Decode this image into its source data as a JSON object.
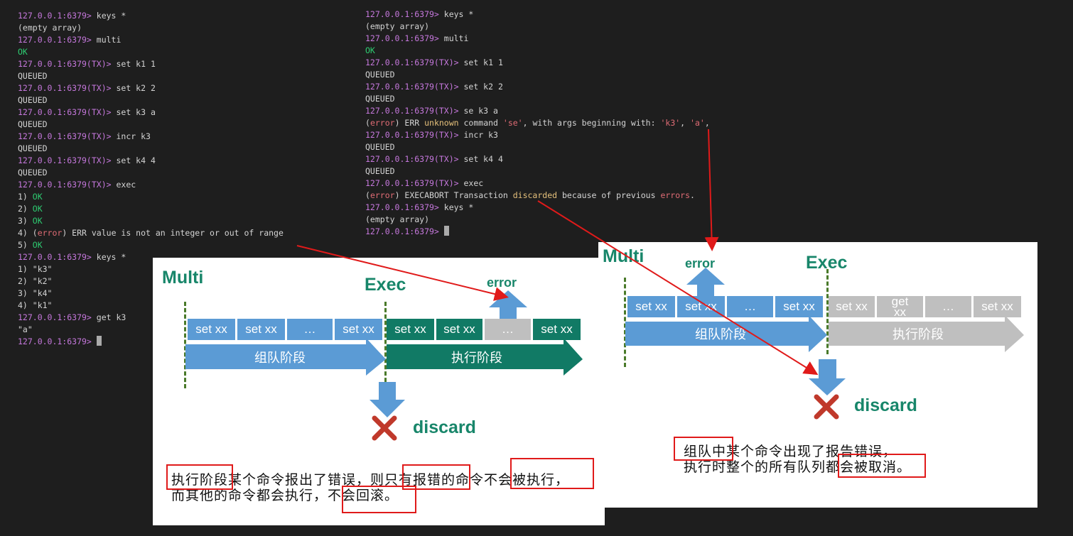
{
  "terminal_left": [
    {
      "p": "127.0.0.1:6379> ",
      "c": "keys *"
    },
    {
      "t": "(empty array)"
    },
    {
      "p": "127.0.0.1:6379> ",
      "c": "multi"
    },
    {
      "ok": "OK"
    },
    {
      "p": "127.0.0.1:6379(TX)> ",
      "c": "set k1 1"
    },
    {
      "t": "QUEUED"
    },
    {
      "p": "127.0.0.1:6379(TX)> ",
      "c": "set k2 2"
    },
    {
      "t": "QUEUED"
    },
    {
      "p": "127.0.0.1:6379(TX)> ",
      "c": "set k3 a"
    },
    {
      "t": "QUEUED"
    },
    {
      "p": "127.0.0.1:6379(TX)> ",
      "c": "incr k3"
    },
    {
      "t": "QUEUED"
    },
    {
      "p": "127.0.0.1:6379(TX)> ",
      "c": "set k4 4"
    },
    {
      "t": "QUEUED"
    },
    {
      "p": "127.0.0.1:6379(TX)> ",
      "c": "exec"
    },
    {
      "n": "1) ",
      "ok": "OK"
    },
    {
      "n": "2) ",
      "ok": "OK"
    },
    {
      "n": "3) ",
      "ok": "OK"
    },
    {
      "n": "4) (",
      "er": "error",
      "t2": ") ERR value is not an integer or out of range"
    },
    {
      "n": "5) ",
      "ok": "OK"
    },
    {
      "p": "127.0.0.1:6379> ",
      "c": "keys *"
    },
    {
      "t": "1) \"k3\""
    },
    {
      "t": "2) \"k2\""
    },
    {
      "t": "3) \"k4\""
    },
    {
      "t": "4) \"k1\""
    },
    {
      "p": "127.0.0.1:6379> ",
      "c": "get k3"
    },
    {
      "t": "\"a\""
    },
    {
      "p": "127.0.0.1:6379> ",
      "cursor": true
    }
  ],
  "terminal_right": [
    {
      "p": "127.0.0.1:6379> ",
      "c": "keys *"
    },
    {
      "t": "(empty array)"
    },
    {
      "p": "127.0.0.1:6379> ",
      "c": "multi"
    },
    {
      "ok": "OK"
    },
    {
      "p": "127.0.0.1:6379(TX)> ",
      "c": "set k1 1"
    },
    {
      "t": "QUEUED"
    },
    {
      "p": "127.0.0.1:6379(TX)> ",
      "c": "set k2 2"
    },
    {
      "t": "QUEUED"
    },
    {
      "p": "127.0.0.1:6379(TX)> ",
      "c": "se k3 a"
    },
    {
      "segs": [
        [
          "t",
          "("
        ],
        [
          "er",
          "error"
        ],
        [
          "t",
          ") ERR "
        ],
        [
          "yl",
          "unknown"
        ],
        [
          "t",
          " command "
        ],
        [
          "er",
          "'se'"
        ],
        [
          "t",
          ", with args beginning with: "
        ],
        [
          "er",
          "'k3'"
        ],
        [
          "t",
          ", "
        ],
        [
          "er",
          "'a'"
        ],
        [
          "t",
          ","
        ]
      ]
    },
    {
      "p": "127.0.0.1:6379(TX)> ",
      "c": "incr k3"
    },
    {
      "t": "QUEUED"
    },
    {
      "p": "127.0.0.1:6379(TX)> ",
      "c": "set k4 4"
    },
    {
      "t": "QUEUED"
    },
    {
      "p": "127.0.0.1:6379(TX)> ",
      "c": "exec"
    },
    {
      "segs": [
        [
          "t",
          "("
        ],
        [
          "er",
          "error"
        ],
        [
          "t",
          ") EXECABORT Transaction "
        ],
        [
          "yl",
          "discarded"
        ],
        [
          "t",
          " because of previous "
        ],
        [
          "er",
          "errors"
        ],
        [
          "t",
          "."
        ]
      ]
    },
    {
      "p": "127.0.0.1:6379> ",
      "c": "keys *"
    },
    {
      "t": "(empty array)"
    },
    {
      "p": "127.0.0.1:6379> ",
      "cursor": true
    }
  ],
  "diagram_left": {
    "multi": "Multi",
    "exec": "Exec",
    "error": "error",
    "queue_boxes": [
      "set xx",
      "set xx",
      "…",
      "set xx"
    ],
    "exec_boxes": [
      "set xx",
      "set xx",
      "…",
      "set xx"
    ],
    "queue_phase": "组队阶段",
    "exec_phase": "执行阶段",
    "discard": "discard",
    "caption_line1": "执行阶段某个命令报出了错误，则只有报错的命令不会被执行，",
    "caption_line2": "而其他的命令都会执行，不会回滚。",
    "colors": {
      "queue": "#5b9bd5",
      "exec": "#117a65",
      "grey": "#bfbfbf",
      "label": "#18866a",
      "highlight": "#e01a1a"
    }
  },
  "diagram_right": {
    "multi": "Multi",
    "exec": "Exec",
    "error": "error",
    "queue_boxes": [
      "set xx",
      "set xx",
      "…",
      "set xx"
    ],
    "exec_boxes": [
      "set xx",
      "get\nxx",
      "…",
      "set xx"
    ],
    "queue_phase": "组队阶段",
    "exec_phase": "执行阶段",
    "discard": "discard",
    "caption_line1": "组队中某个命令出现了报告错误，",
    "caption_line2": "执行时整个的所有队列都会被取消。"
  }
}
